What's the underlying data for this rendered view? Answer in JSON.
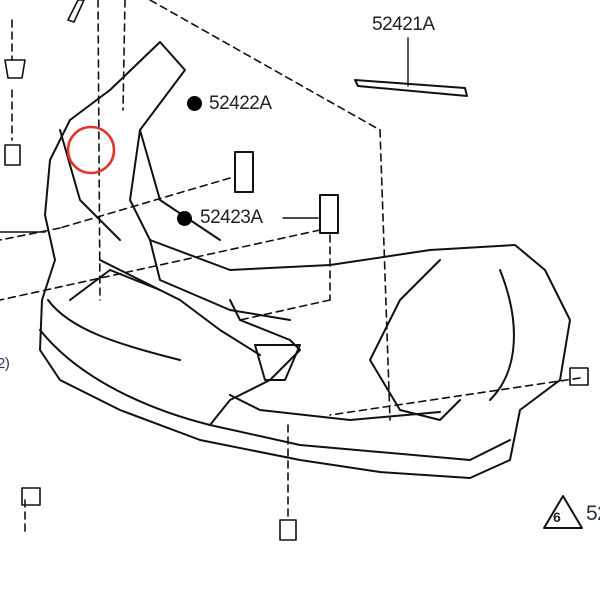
{
  "parts": [
    {
      "id": "52421A",
      "label": "52421A"
    },
    {
      "id": "52422A",
      "label": "52422A"
    },
    {
      "id": "52423A",
      "label": "52423A"
    }
  ],
  "edge_labels": {
    "left": "2)",
    "right": "52"
  },
  "warning_symbol": {
    "number": "6"
  },
  "highlight_color": "#e0342c"
}
